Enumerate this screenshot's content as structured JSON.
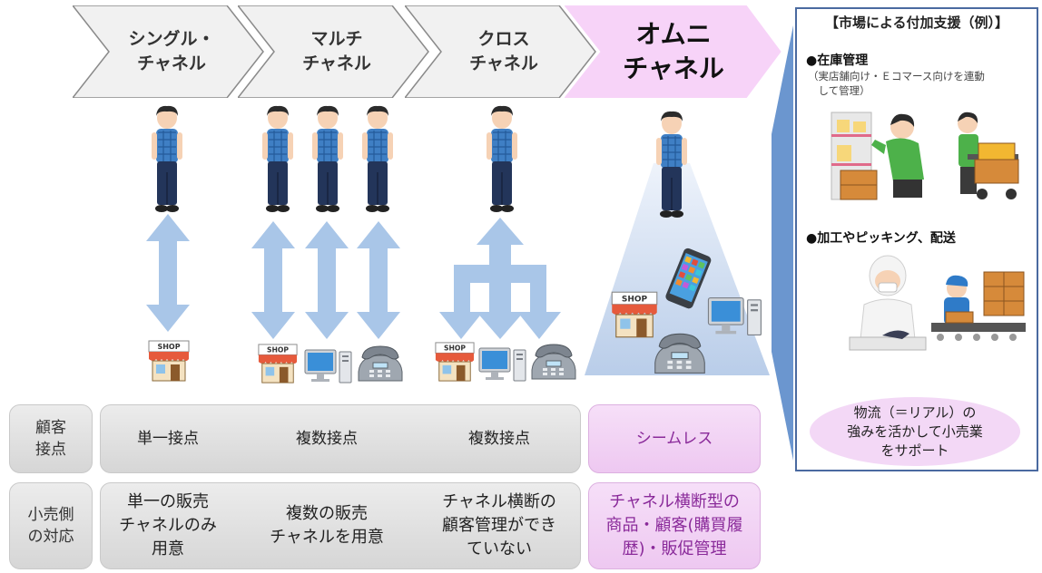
{
  "stages": [
    {
      "label": "シングル・\nチャネル"
    },
    {
      "label": "マルチ\nチャネル"
    },
    {
      "label": "クロス\nチャネル"
    },
    {
      "label": "オムニ\nチャネル"
    }
  ],
  "icons": {
    "shop": "shop-icon",
    "computer": "computer-icon",
    "phone": "telephone-icon",
    "smartphone": "smartphone-icon",
    "person": "customer-person-icon"
  },
  "shop_sign": "SHOP",
  "table": {
    "rows": [
      {
        "header": "顧客\n接点",
        "cells": [
          "単一接点",
          "複数接点",
          "複数接点",
          "シームレス"
        ]
      },
      {
        "header": "小売側\nの対応",
        "cells": [
          "単一の販売\nチャネルのみ\n用意",
          "複数の販売\nチャネルを用意",
          "チャネル横断の\n顧客管理ができ\nていない",
          "チャネル横断型の\n商品・顧客(購買履\n歴)・販促管理"
        ]
      }
    ]
  },
  "panel": {
    "title": "【市場による付加支援（例）】",
    "sections": [
      {
        "title": "●在庫管理",
        "note": "（実店舗向け・Ｅコマース向けを連動\n　して管理）"
      },
      {
        "title": "●加工やピッキング、配送",
        "note": ""
      }
    ],
    "conclusion": "物流（＝リアル）の\n強みを活かして小売業\nをサポート"
  },
  "colors": {
    "chevron_grey": "#f0f0f0",
    "chevron_pink": "#f7d3f8",
    "arrow_blue": "#a9c6e8",
    "panel_border": "#4a6aa0",
    "highlight_text": "#8a2a9a"
  }
}
